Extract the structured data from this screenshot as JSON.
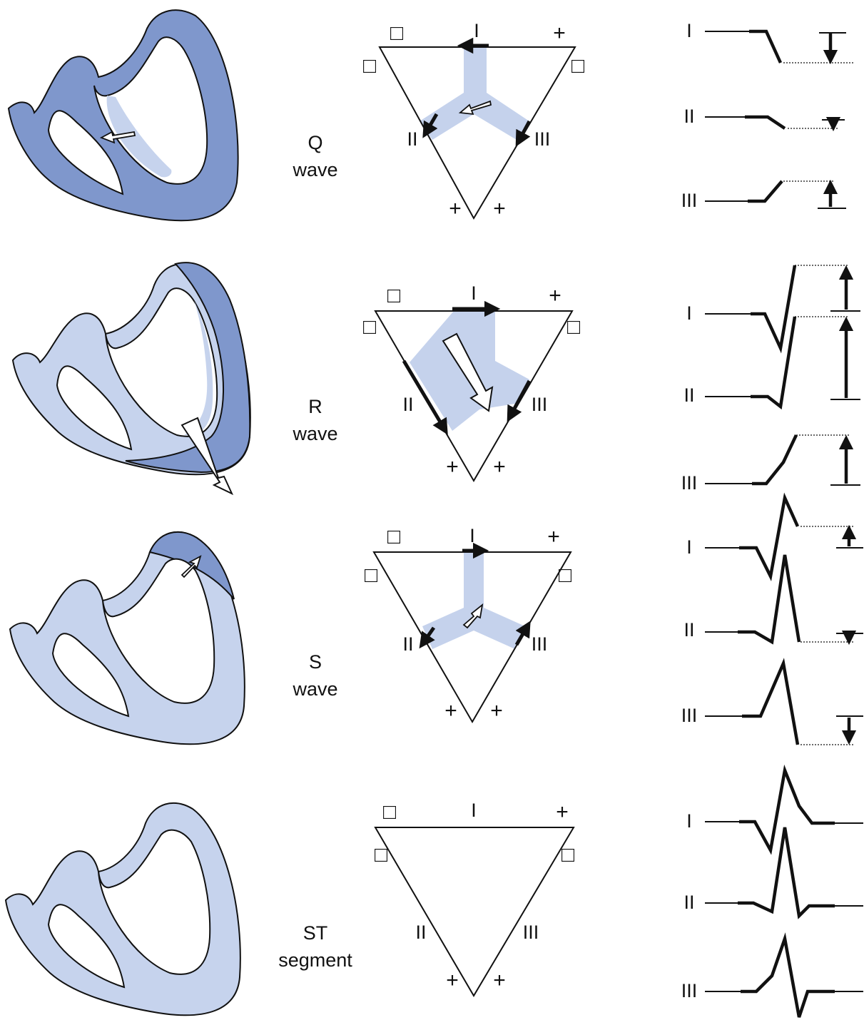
{
  "colors": {
    "myocardium_dark": "#7f97cc",
    "myocardium_light": "#c6d3ed",
    "vector_band": "#c5d2ec",
    "stroke": "#111111"
  },
  "signs": {
    "plus": "+",
    "minus": "□"
  },
  "leads": [
    "I",
    "II",
    "III"
  ],
  "rows": [
    {
      "id": "q",
      "label_line1": "Q",
      "label_line2": "wave",
      "leads": {
        "I": "I",
        "II": "II",
        "III": "III"
      }
    },
    {
      "id": "r",
      "label_line1": "R",
      "label_line2": "wave",
      "leads": {
        "I": "I",
        "II": "II",
        "III": "III"
      }
    },
    {
      "id": "s",
      "label_line1": "S",
      "label_line2": "wave",
      "leads": {
        "I": "I",
        "II": "II",
        "III": "III"
      }
    },
    {
      "id": "st",
      "label_line1": "ST",
      "label_line2": "segment",
      "leads": {
        "I": "I",
        "II": "II",
        "III": "III"
      }
    }
  ]
}
